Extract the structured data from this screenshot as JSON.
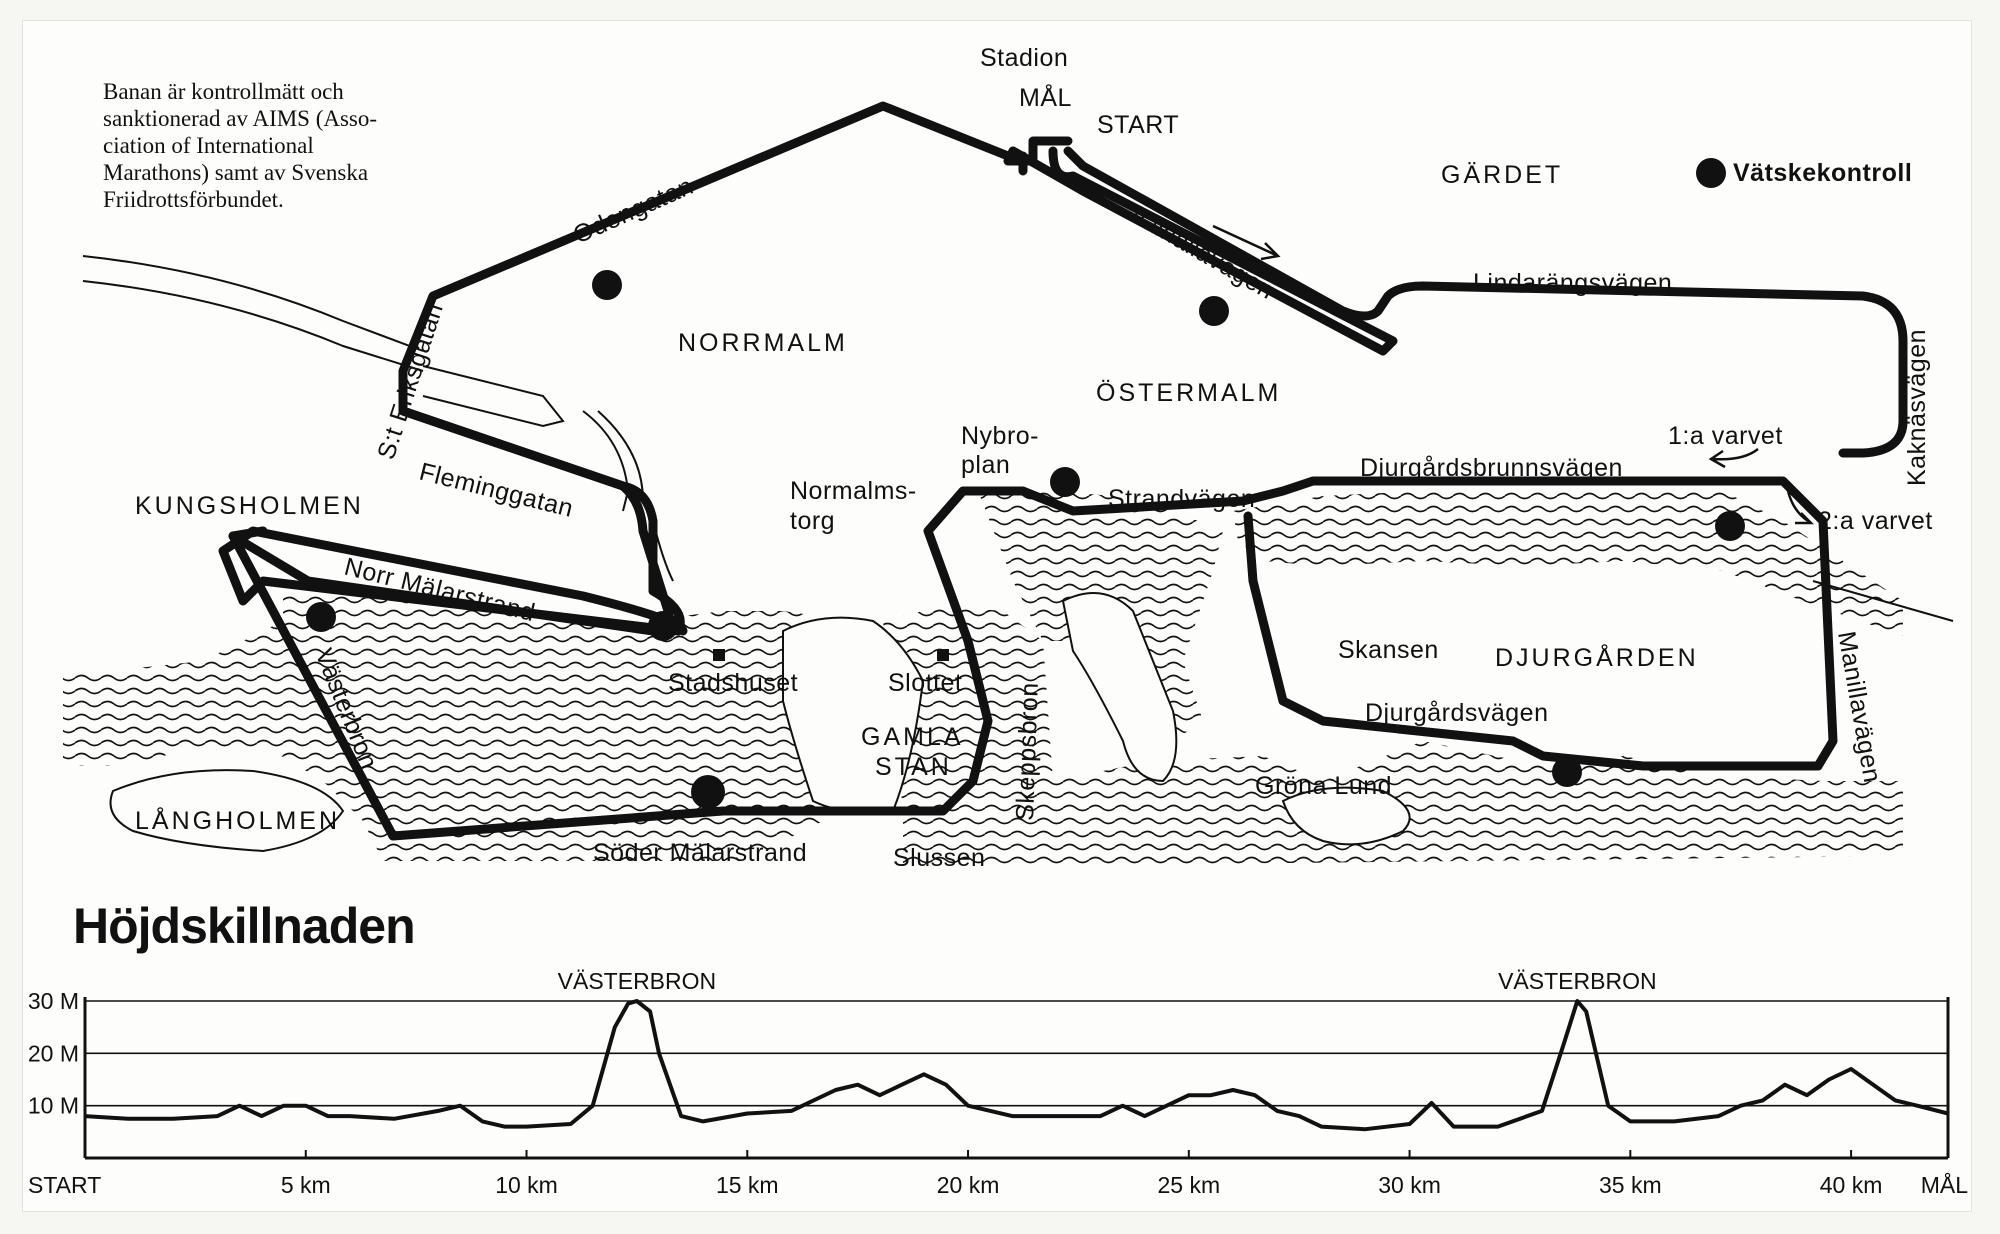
{
  "note_lines": [
    "Banan är kontrollmätt och",
    "sanktionerad av AIMS (Asso-",
    "ciation of International",
    "Marathons) samt av Svenska",
    "Friidrottsförbundet."
  ],
  "finish": {
    "stadion": "Stadion",
    "mal": "MÅL",
    "start": "START"
  },
  "legend": {
    "label": "Vätskekontroll"
  },
  "areas": {
    "gardet": "GÄRDET",
    "norrmalm": "NORRMALM",
    "ostermalm": "ÖSTERMALM",
    "kungsholmen": "KUNGSHOLMEN",
    "djurgarden": "DJURGÅRDEN",
    "gamla": "GAMLA",
    "stan": "STAN",
    "langholmen": "LÅNGHOLMEN"
  },
  "streets": {
    "odengatan": "Odengatan",
    "valhallavagen": "Valhallavägen",
    "lindarangsvagen": "Lindarängsvägen",
    "kaknasvagen": "Kaknäsvägen",
    "sterik": "S:t Eriksgatan",
    "fleminggatan": "Fleminggatan",
    "norrmalarstrand": "Norr Mälarstrand",
    "vasterbron": "Västerbron",
    "stadshuset": "Stadshuset",
    "slottet": "Slottet",
    "skeppsbron": "Skeppsbron",
    "sodermalarstrand": "Söder Mälarstrand",
    "slussen": "Slussen",
    "nybro1": "Nybro-",
    "nybro2": "plan",
    "norrm1": "Normalms-",
    "norrm2": "torg",
    "strandvagen": "Strandvägen",
    "djbrunn": "Djurgårdsbrunnsvägen",
    "skansen": "Skansen",
    "djvagen": "Djurgårdsvägen",
    "gronalund": "Gröna Lund",
    "manillavagen": "Manillavägen",
    "varv1": "1:a varvet",
    "varv2": "2:a varvet"
  },
  "chart_data": {
    "type": "line",
    "title": "Höjdskillnaden",
    "xlabel": "",
    "ylabel": "",
    "xlim": [
      0,
      42.195
    ],
    "ylim": [
      0,
      30
    ],
    "y_ticks": [
      10,
      20,
      30
    ],
    "y_tick_labels": [
      "10 M",
      "20 M",
      "30 M"
    ],
    "x_ticks": [
      0,
      5,
      10,
      15,
      20,
      25,
      30,
      35,
      40,
      42.195
    ],
    "x_tick_labels": [
      "START",
      "5 km",
      "10 km",
      "15 km",
      "20 km",
      "25 km",
      "30 km",
      "35 km",
      "40 km",
      "MÅL"
    ],
    "annotations": [
      {
        "x": 12.5,
        "text": "VÄSTERBRON"
      },
      {
        "x": 33.8,
        "text": "VÄSTERBRON"
      }
    ],
    "grid": true,
    "series": [
      {
        "x": [
          0,
          1,
          2,
          3,
          3.5,
          4,
          4.5,
          5,
          5.5,
          6,
          7,
          8,
          8.5,
          9,
          9.5,
          10,
          11,
          11.5,
          12,
          12.3,
          12.5,
          12.8,
          13,
          13.5,
          14,
          15,
          16,
          17,
          17.5,
          18,
          18.5,
          19,
          19.5,
          20,
          21,
          22,
          23,
          23.5,
          24,
          24.5,
          25,
          25.5,
          26,
          26.5,
          27,
          27.5,
          28,
          29,
          30,
          30.5,
          31,
          32,
          33,
          33.5,
          33.8,
          34,
          34.5,
          35,
          36,
          37,
          37.5,
          38,
          38.5,
          39,
          39.5,
          40,
          40.5,
          41,
          41.5,
          42.195
        ],
        "y": [
          8,
          7.5,
          7.5,
          8,
          10,
          8,
          10,
          10,
          8,
          8,
          7.5,
          9,
          10,
          7,
          6,
          6,
          6.5,
          10,
          25,
          29.5,
          30,
          28,
          20,
          8,
          7,
          8.5,
          9,
          13,
          14,
          12,
          14,
          16,
          14,
          10,
          8,
          8,
          8,
          10,
          8,
          10,
          12,
          12,
          13,
          12,
          9,
          8,
          6,
          5.5,
          6.5,
          10.5,
          6,
          6,
          9,
          22,
          30,
          28,
          10,
          7,
          7,
          8,
          10,
          11,
          14,
          12,
          15,
          17,
          14,
          11,
          10,
          8.5
        ]
      }
    ]
  }
}
